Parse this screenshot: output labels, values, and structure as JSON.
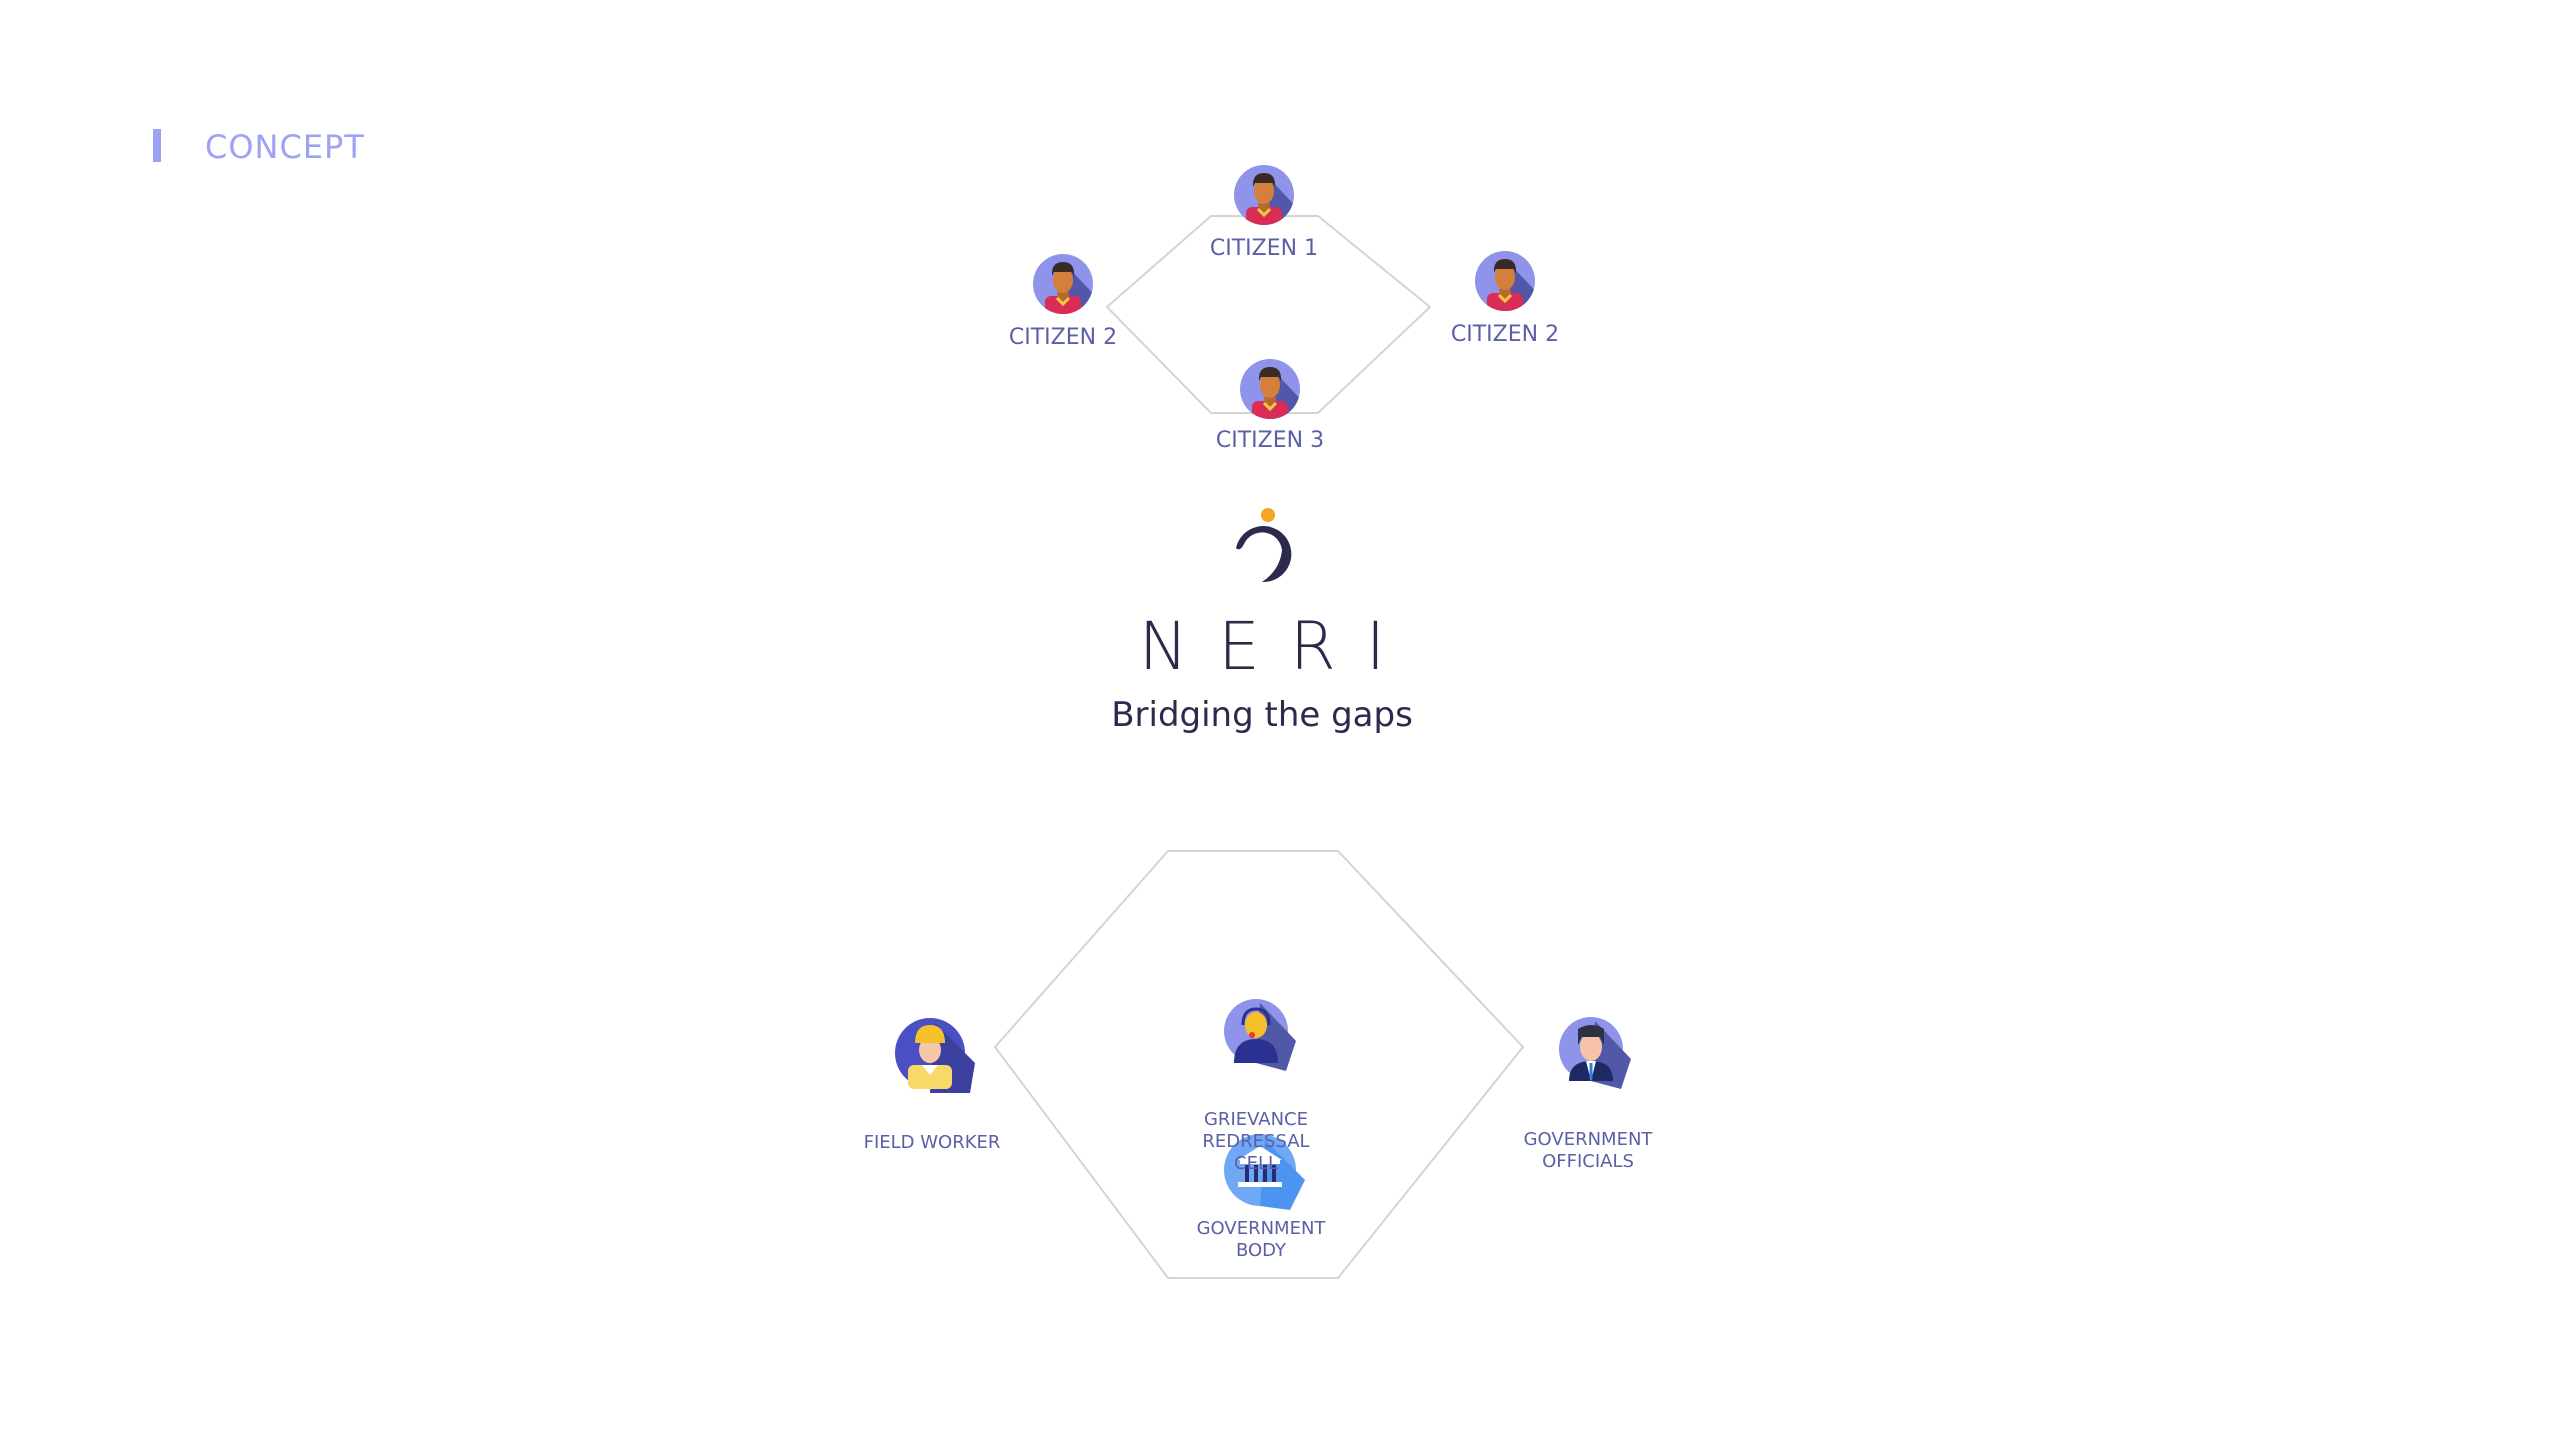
{
  "section": {
    "title": "CONCEPT"
  },
  "brand": {
    "name": "NERI",
    "tagline": "Bridging the gaps",
    "colors": {
      "dark": "#2b2a4c",
      "accent": "#f5a623"
    }
  },
  "citizens": [
    {
      "label": "CITIZEN 1",
      "icon": "citizen-avatar-icon"
    },
    {
      "label": "CITIZEN 2",
      "icon": "citizen-avatar-icon"
    },
    {
      "label": "CITIZEN 2",
      "icon": "citizen-avatar-icon"
    },
    {
      "label": "CITIZEN 3",
      "icon": "citizen-avatar-icon"
    }
  ],
  "stakeholders": {
    "field_worker": {
      "label": "FIELD WORKER",
      "icon": "field-worker-icon"
    },
    "grievance_cell": {
      "line1": "GRIEVANCE",
      "line2": "REDRESSAL",
      "line3": "CELL",
      "icon": "call-center-agent-icon"
    },
    "officials": {
      "line1": "GOVERNMENT",
      "line2": "OFFICIALS",
      "icon": "government-official-icon"
    },
    "body": {
      "line1": "GOVERNMENT",
      "line2": "BODY",
      "icon": "government-building-icon"
    }
  },
  "colors": {
    "label": "#5b5fa6",
    "concept": "#9ea2f5",
    "connector": "#d4d4d4"
  }
}
